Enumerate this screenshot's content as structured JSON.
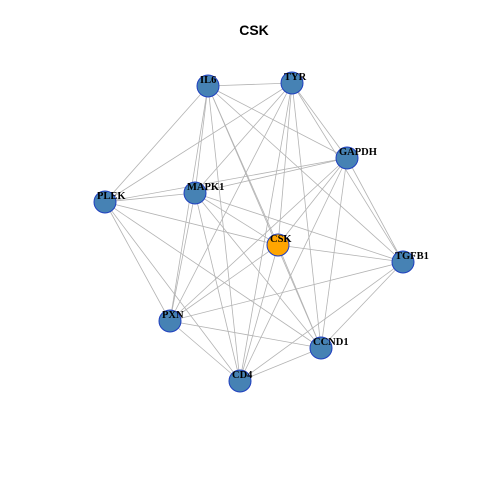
{
  "graph": {
    "title": "CSK",
    "colors": {
      "node_default": "#4682B4",
      "node_focus": "#FFA500",
      "node_border": "#1F3FBF",
      "edge": "#B3B3B3"
    },
    "nodes": [
      {
        "id": "IL6",
        "label": "IL6",
        "focus": false
      },
      {
        "id": "TYR",
        "label": "TYR",
        "focus": false
      },
      {
        "id": "GAPDH",
        "label": "GAPDH",
        "focus": false
      },
      {
        "id": "PLEK",
        "label": "PLEK",
        "focus": false
      },
      {
        "id": "MAPK1",
        "label": "MAPK1",
        "focus": false
      },
      {
        "id": "CSK",
        "label": "CSK",
        "focus": true
      },
      {
        "id": "TGFB1",
        "label": "TGFB1",
        "focus": false
      },
      {
        "id": "PXN",
        "label": "PXN",
        "focus": false
      },
      {
        "id": "CCND1",
        "label": "CCND1",
        "focus": false
      },
      {
        "id": "CD4",
        "label": "CD4",
        "focus": false
      }
    ],
    "edges": [
      [
        "IL6",
        "TYR"
      ],
      [
        "IL6",
        "GAPDH"
      ],
      [
        "IL6",
        "PLEK"
      ],
      [
        "IL6",
        "MAPK1"
      ],
      [
        "IL6",
        "CSK"
      ],
      [
        "IL6",
        "CCND1"
      ],
      [
        "IL6",
        "PXN"
      ],
      [
        "IL6",
        "CD4"
      ],
      [
        "IL6",
        "TGFB1"
      ],
      [
        "TYR",
        "GAPDH"
      ],
      [
        "TYR",
        "PLEK"
      ],
      [
        "TYR",
        "MAPK1"
      ],
      [
        "TYR",
        "CSK"
      ],
      [
        "TYR",
        "TGFB1"
      ],
      [
        "TYR",
        "PXN"
      ],
      [
        "TYR",
        "CD4"
      ],
      [
        "TYR",
        "CCND1"
      ],
      [
        "GAPDH",
        "PLEK"
      ],
      [
        "GAPDH",
        "MAPK1"
      ],
      [
        "GAPDH",
        "CSK"
      ],
      [
        "GAPDH",
        "TGFB1"
      ],
      [
        "GAPDH",
        "PXN"
      ],
      [
        "GAPDH",
        "CD4"
      ],
      [
        "GAPDH",
        "CCND1"
      ],
      [
        "PLEK",
        "MAPK1"
      ],
      [
        "PLEK",
        "CSK"
      ],
      [
        "PLEK",
        "PXN"
      ],
      [
        "PLEK",
        "CD4"
      ],
      [
        "PLEK",
        "CCND1"
      ],
      [
        "MAPK1",
        "CSK"
      ],
      [
        "MAPK1",
        "TGFB1"
      ],
      [
        "MAPK1",
        "PXN"
      ],
      [
        "MAPK1",
        "CD4"
      ],
      [
        "MAPK1",
        "CCND1"
      ],
      [
        "CSK",
        "TGFB1"
      ],
      [
        "CSK",
        "PXN"
      ],
      [
        "CSK",
        "CCND1"
      ],
      [
        "CSK",
        "CD4"
      ],
      [
        "TGFB1",
        "PXN"
      ],
      [
        "TGFB1",
        "CCND1"
      ],
      [
        "TGFB1",
        "CD4"
      ],
      [
        "PXN",
        "CCND1"
      ],
      [
        "PXN",
        "CD4"
      ],
      [
        "CCND1",
        "CD4"
      ]
    ]
  }
}
